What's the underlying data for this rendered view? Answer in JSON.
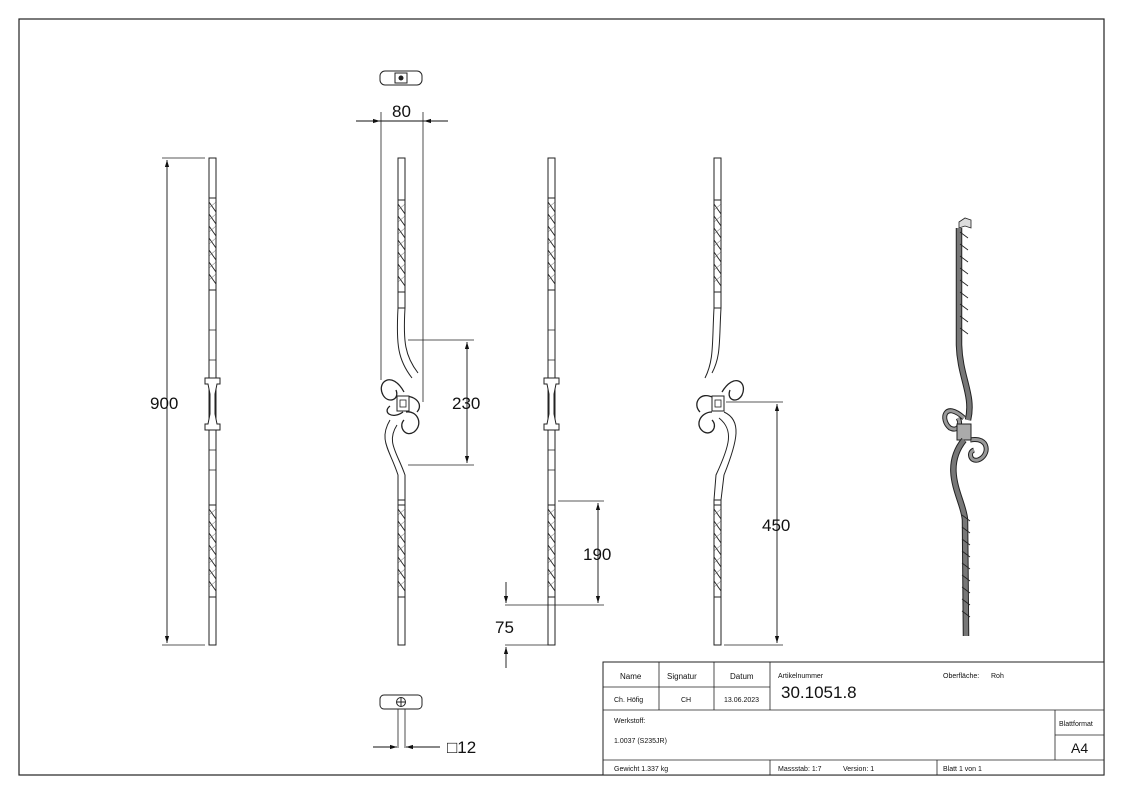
{
  "dimensions": {
    "width": "80",
    "total_height": "900",
    "scroll_height": "230",
    "twist_length": "190",
    "offset": "75",
    "center_height": "450",
    "section": "□12"
  },
  "title_block": {
    "name_label": "Name",
    "signature_label": "Signatur",
    "date_label": "Datum",
    "article_label": "Artikelnummer",
    "surface_label": "Oberfläche:",
    "surface_value": "Roh",
    "name_value": "Ch. Höfig",
    "signature_value": "CH",
    "date_value": "13.06.2023",
    "article_value": "30.1051.8",
    "material_label": "Werkstoff:",
    "material_value": "1.0037 (S235JR)",
    "format_label": "Blattformat",
    "format_value": "A4",
    "weight_text": "Gewicht 1.337 kg",
    "scale_text": "Massstab: 1:7",
    "version_text": "Version: 1",
    "sheet_text": "Blatt 1 von 1"
  }
}
